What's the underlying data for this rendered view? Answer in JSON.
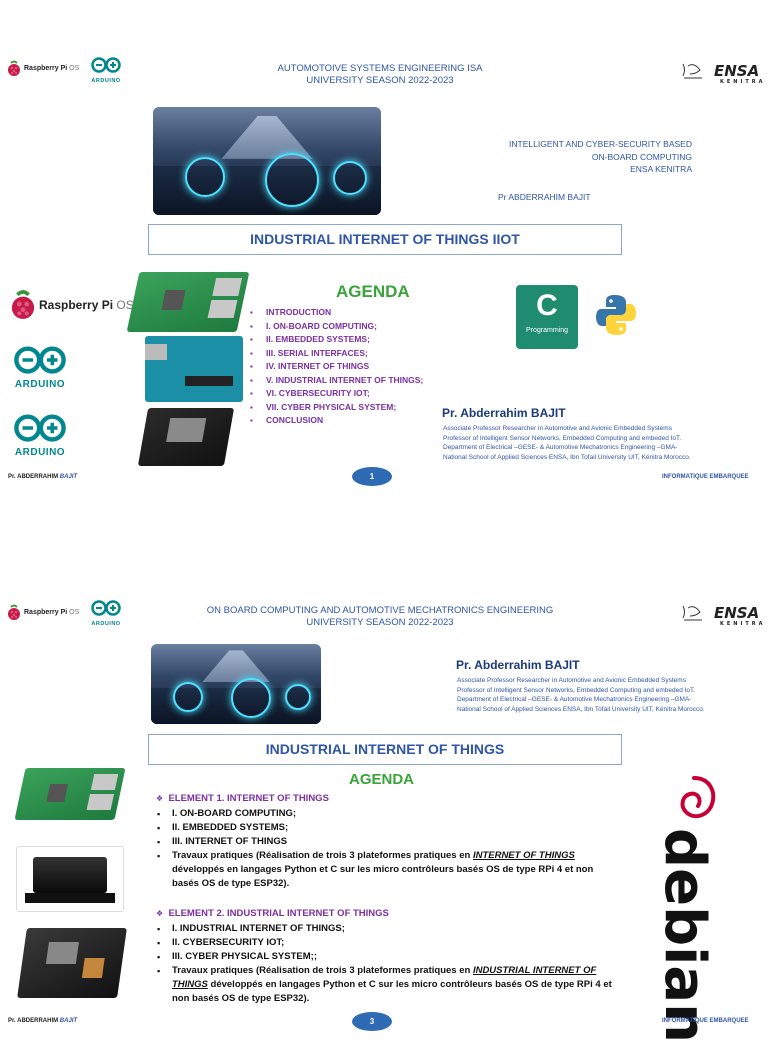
{
  "slide1": {
    "header_line1": "AUTOMOTOIVE SYSTEMS ENGINEERING ISA",
    "header_line2": "UNIVERSITY SEASON 2022-2023",
    "rpi_label": "Raspberry Pi",
    "rpi_os": "OS",
    "arduino_label": "ARDUINO",
    "ensa_label": "ENSA",
    "ensa_sub": "KENITRA",
    "info_lines": [
      "INTELLIGENT AND CYBER-SECURITY BASED",
      "ON-BOARD COMPUTING",
      "ENSA KENITRA"
    ],
    "author_small": "Pr ABDERRAHIM  BAJIT",
    "title": "INDUSTRIAL INTERNET OF THINGS IIOT",
    "agenda_title": "AGENDA",
    "agenda_items": [
      "INTRODUCTION",
      "I. ON-BOARD COMPUTING;",
      "II. EMBEDDED SYSTEMS;",
      "III. SERIAL INTERFACES;",
      "IV. INTERNET OF THINGS",
      "V. INDUSTRIAL INTERNET OF THINGS;",
      "VI. CYBERSECURITY IOT;",
      "VII. CYBER PHYSICAL SYSTEM;",
      "CONCLUSION"
    ],
    "c_logo_letter": "C",
    "c_logo_sub": "Programming",
    "prof_name": "Pr. Abderrahim BAJIT",
    "prof_lines": [
      "Associate Professor Researcher in Automotive and Avionic Embedded Systems",
      "Professor of Intelligent Sensor Networks, Embedded Computing and embeded IoT.",
      "Department of Electrical –GESE-  & Automotive Mechatronics Engineering –GMA-",
      "National School of Applied Sciences ENSA, Ibn Tofail University UIT, Kénitra Morocco."
    ],
    "footer_left": "Pr.  ABDERRAHIM",
    "footer_left_italic": "BAJIT",
    "footer_right": "INFORMATIQUE EMBARQUEE",
    "page_number": "1"
  },
  "slide2": {
    "header_line1": "ON BOARD COMPUTING AND AUTOMOTIVE MECHATRONICS ENGINEERING",
    "header_line2": "UNIVERSITY SEASON 2022-2023",
    "rpi_label": "Raspberry Pi",
    "rpi_os": "OS",
    "arduino_label": "ARDUINO",
    "ensa_label": "ENSA",
    "ensa_sub": "KENITRA",
    "prof_name": "Pr. Abderrahim BAJIT",
    "prof_lines": [
      "Associate Professor Researcher in Automotive and Avionic Embedded Systems",
      "Professor of Intelligent Sensor Networks, Embedded Computing and embeded IoT.",
      "Department of Electrical –GESE-  & Automotive Mechatronics Engineering –GMA-",
      "National School of Applied Sciences ENSA, Ibn Tofail University UIT, Kénitra Morocco."
    ],
    "title": "INDUSTRIAL INTERNET OF THINGS",
    "agenda_title": "AGENDA",
    "element1_head": "ELEMENT 1. INTERNET OF THINGS",
    "element1_items": [
      "I. ON-BOARD COMPUTING;",
      "II. EMBEDDED SYSTEMS;",
      "III. INTERNET OF THINGS"
    ],
    "element1_tp_pre": "Travaux pratiques (Réalisation de trois 3 plateformes pratiques en ",
    "element1_tp_em": "INTERNET OF THINGS",
    "element1_tp_post": " développés en langages Python et C sur les micro contrôleurs  basés OS  de type RPi 4 et  non basés OS de type ESP32).",
    "element2_head": "ELEMENT 2. INDUSTRIAL INTERNET OF THINGS",
    "element2_items": [
      "I. INDUSTRIAL INTERNET OF THINGS;",
      "II. CYBERSECURITY IOT;",
      "III. CYBER PHYSICAL SYSTEM;;"
    ],
    "element2_tp_pre": "Travaux pratiques (Réalisation de trois 3 plateformes pratiques en ",
    "element2_tp_em": "INDUSTRIAL INTERNET OF THINGS",
    "element2_tp_post": " développés en langages Python et C sur les micro contrôleurs basés OS  de type RPi 4 et  non basés OS de type ESP32).",
    "debian_label": "debian",
    "footer_left": "Pr.  ABDERRAHIM",
    "footer_left_italic": "BAJIT",
    "footer_right": "INFORMATIQUE EMBARQUEE",
    "page_number": "3"
  },
  "colors": {
    "accent_blue": "#2f55a8",
    "agenda_green": "#3aa33a",
    "item_purple": "#7b2fa0",
    "arduino_teal": "#00878f",
    "pill_blue": "#2f6bb5"
  }
}
